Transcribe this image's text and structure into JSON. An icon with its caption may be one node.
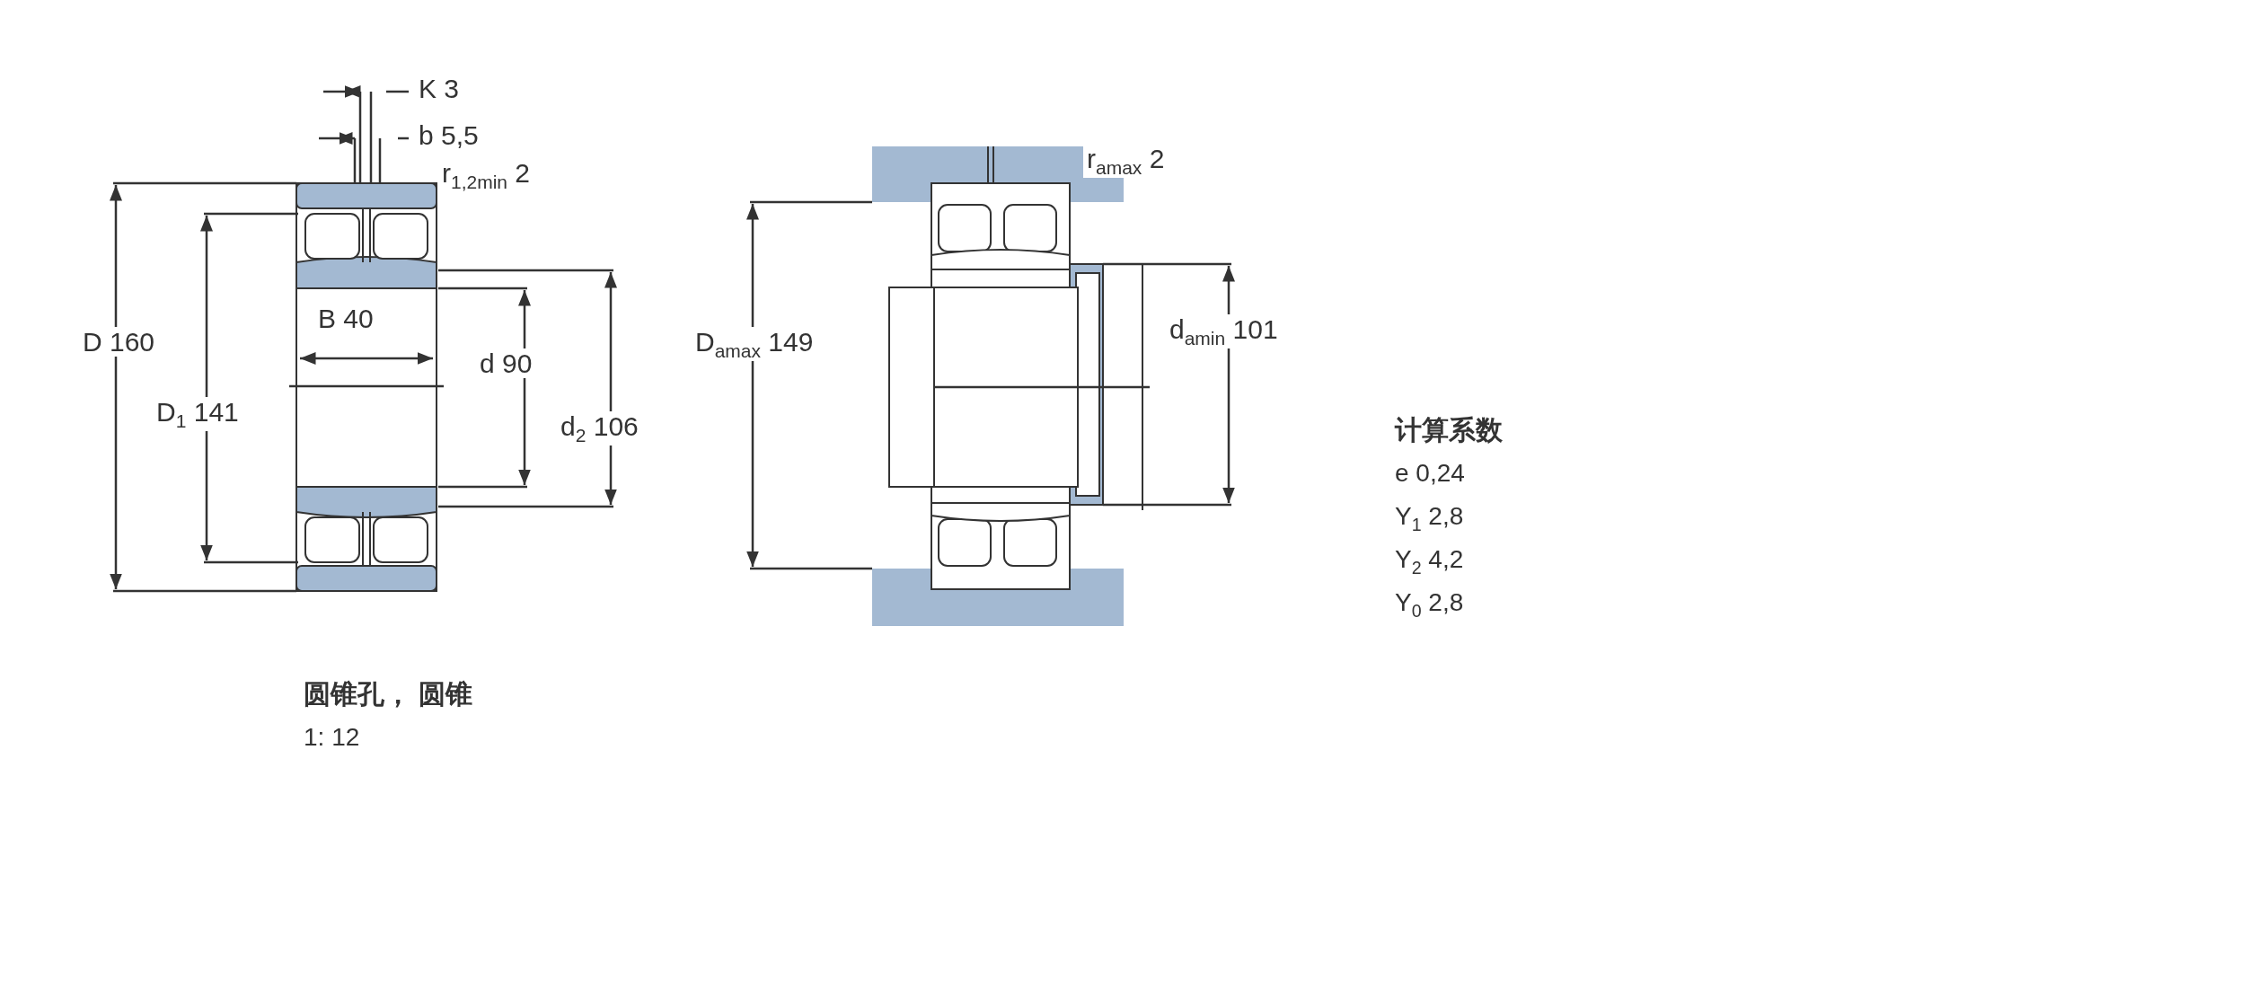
{
  "diagram": {
    "labels": [
      "K 3",
      "b 5,5",
      "r$_{1,2min}$ 2",
      "D 160",
      "B 40",
      "d 90",
      "D$_{1}$ 141",
      "d$_{2}$ 106",
      "r$_{amax}$ 2",
      "D$_{amax}$ 149",
      "d$_{amin}$ 101",
      "计算系数",
      "e 0,24",
      "Y$_{1}$ 2,8",
      "Y$_{2}$ 4,2",
      "Y$_{0}$ 2,8",
      "圆锥孔， 圆锥",
      "1: 12"
    ]
  }
}
